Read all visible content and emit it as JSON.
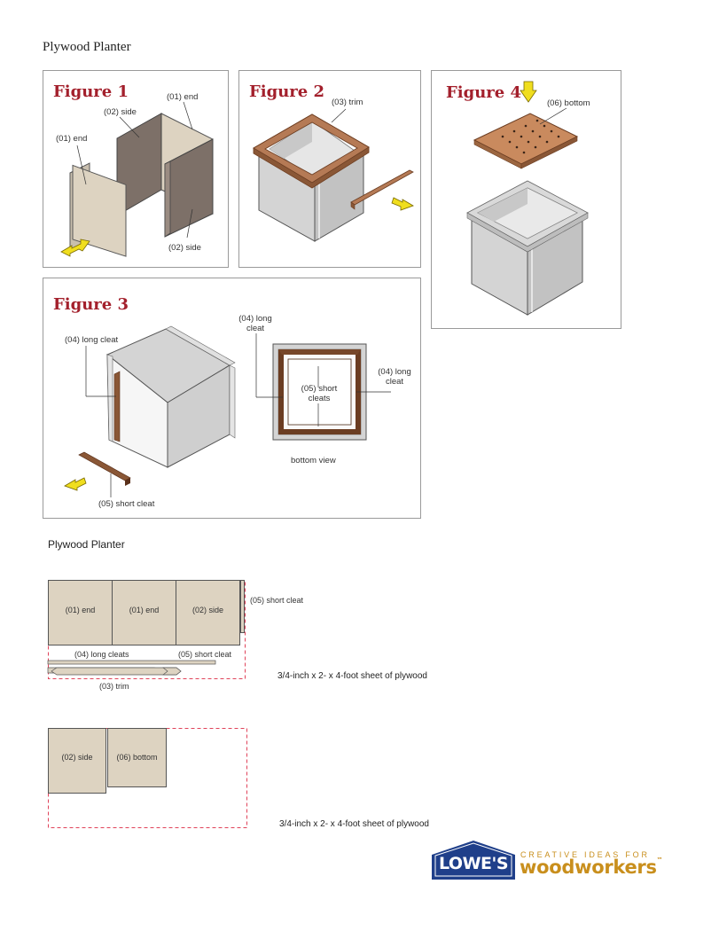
{
  "doc": {
    "title": "Plywood Planter",
    "cut_title": "Plywood Planter"
  },
  "figure1": {
    "title": "Figure 1",
    "labels": {
      "end_top": "(01) end",
      "side_top": "(02) side",
      "end_left": "(01) end",
      "side_bottom": "(02) side"
    }
  },
  "figure2": {
    "title": "Figure 2",
    "labels": {
      "trim": "(03) trim"
    }
  },
  "figure4": {
    "title": "Figure 4",
    "labels": {
      "bottom": "(06) bottom"
    }
  },
  "figure3": {
    "title": "Figure 3",
    "labels": {
      "long_cleat_left": "(04) long cleat",
      "short_cleat_bottom": "(05) short cleat",
      "long_cleat_top_1": "(04) long",
      "long_cleat_top_2": "cleat",
      "long_cleat_right_1": "(04) long",
      "long_cleat_right_2": "cleat",
      "short_cleats_1": "(05) short",
      "short_cleats_2": "cleats",
      "bottom_view": "bottom view"
    }
  },
  "cut1": {
    "pieces": [
      "(01) end",
      "(01) end",
      "(02) side"
    ],
    "short_cleat_right": "(05) short cleat",
    "long_cleats": "(04) long cleats",
    "short_cleat": "(05) short cleat",
    "trim": "(03) trim",
    "sheet": "3/4-inch x 2- x 4-foot sheet of plywood"
  },
  "cut2": {
    "pieces": [
      "(02) side",
      "(06) bottom"
    ],
    "sheet": "3/4-inch x 2- x 4-foot sheet of plywood"
  },
  "logo": {
    "brand": "LOWE'S",
    "tagline": "CREATIVE IDEAS FOR",
    "word": "woodworkers",
    "tm": "™"
  },
  "colors": {
    "accent": "#a3202c",
    "plywood": "#ddd3c1",
    "side_dark": "#7d7068",
    "trim": "#b57a55",
    "cleat": "#6b3d22",
    "box_gray": "#d4d4d4",
    "arrow": "#f0de1e",
    "lowes_blue": "#1f3f8a",
    "lowes_gold": "#c98f1d"
  }
}
